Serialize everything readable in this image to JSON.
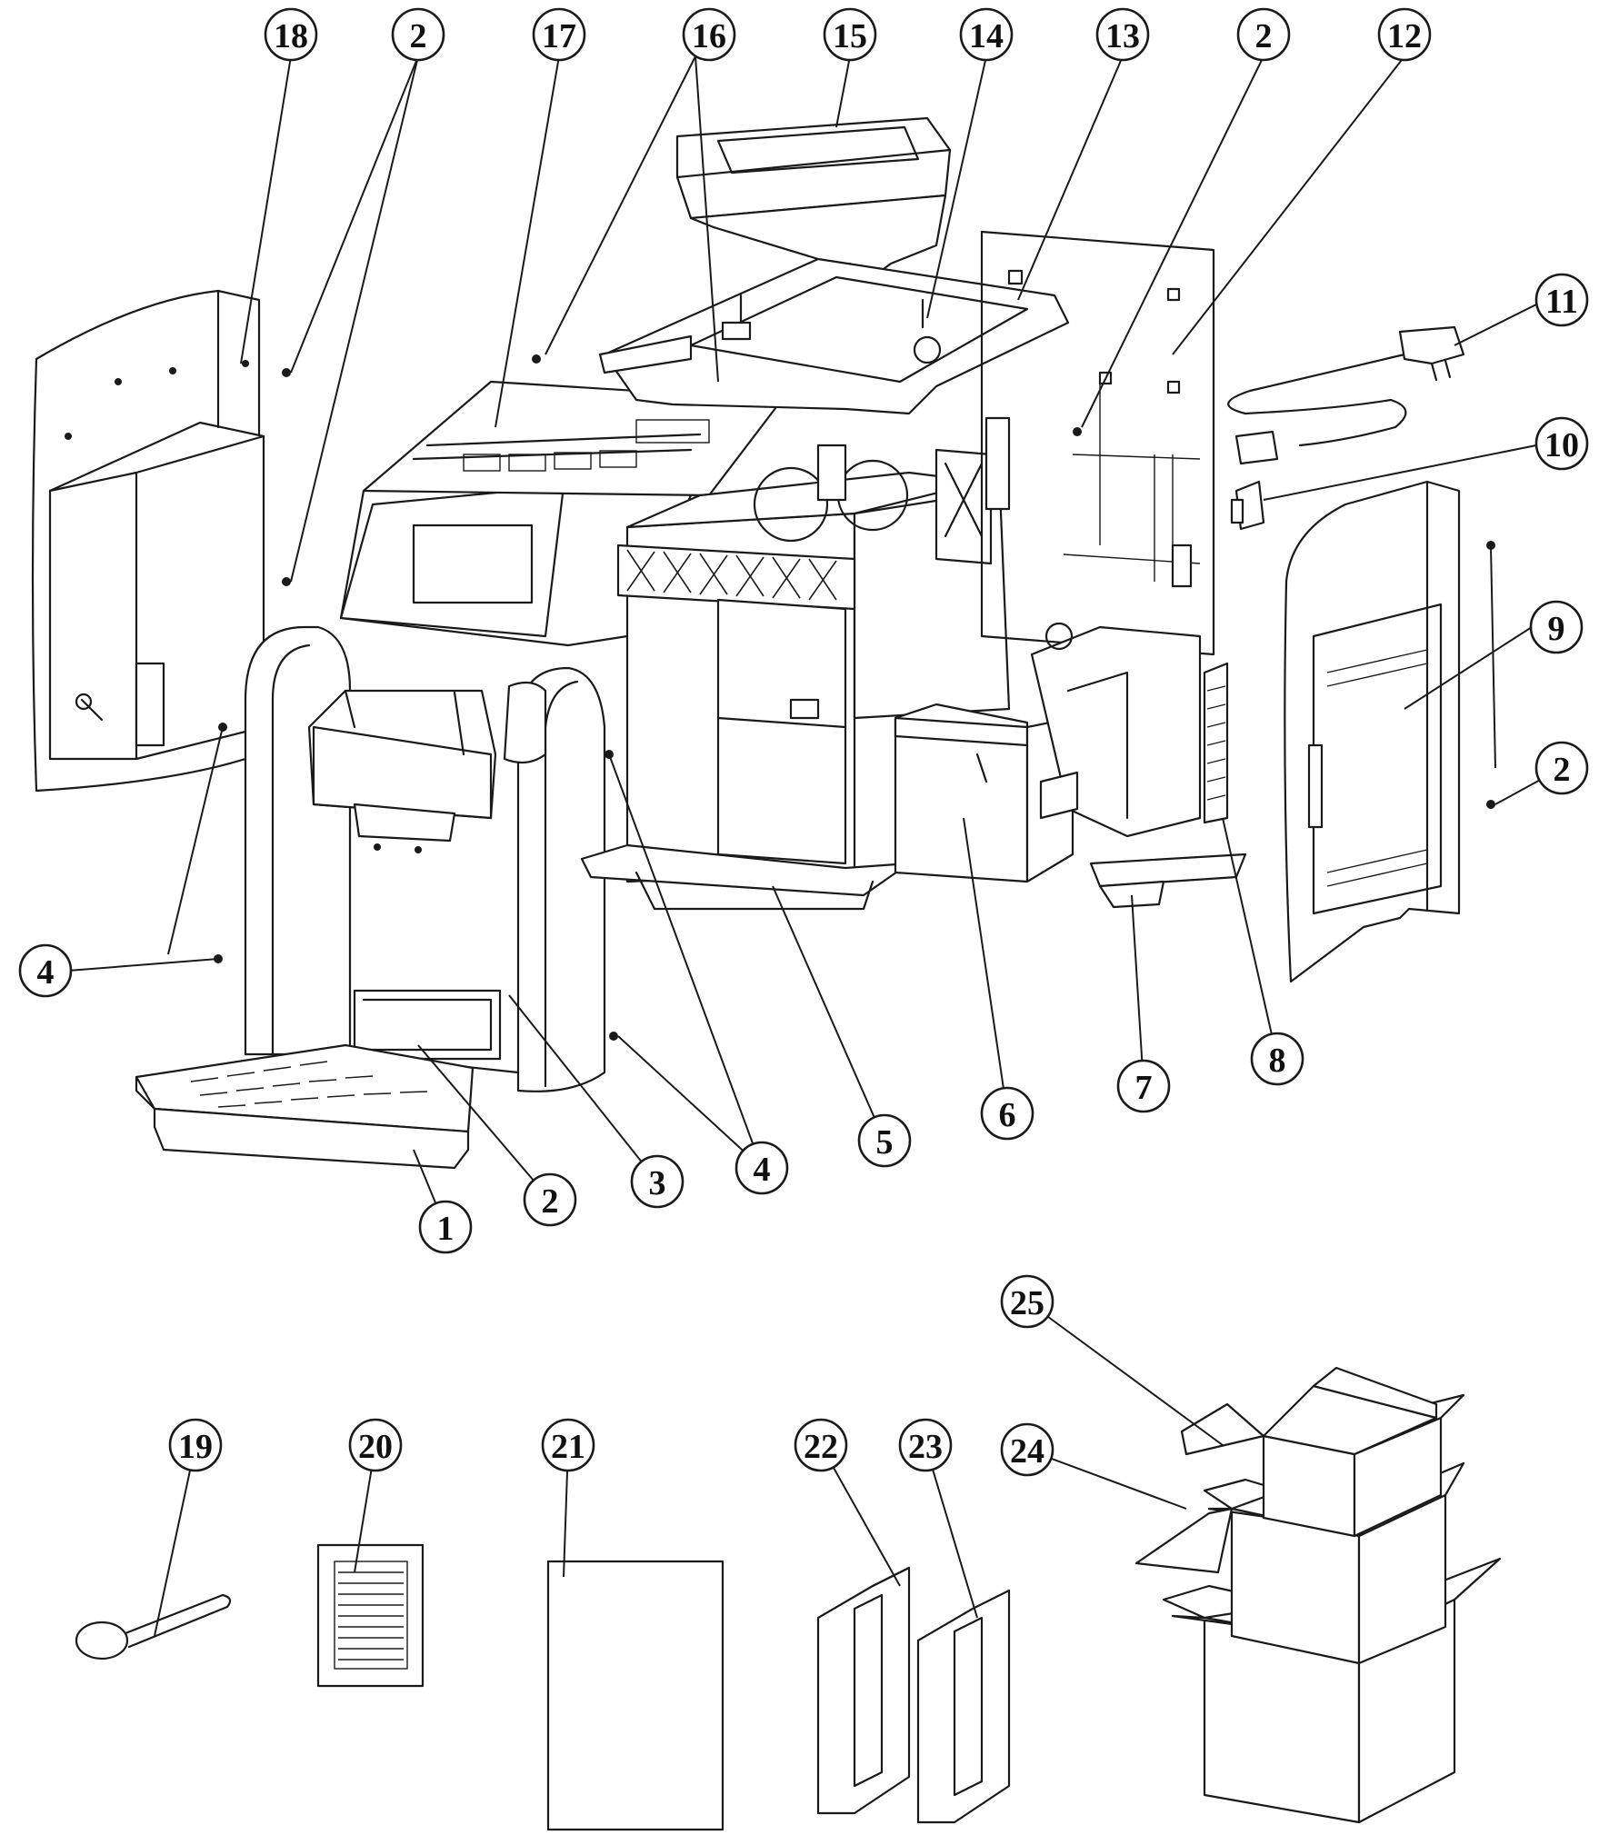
{
  "diagram": {
    "callouts": [
      {
        "id": "c18a",
        "label": "18"
      },
      {
        "id": "c2a",
        "label": "2"
      },
      {
        "id": "c17",
        "label": "17"
      },
      {
        "id": "c16",
        "label": "16"
      },
      {
        "id": "c15",
        "label": "15"
      },
      {
        "id": "c14",
        "label": "14"
      },
      {
        "id": "c13",
        "label": "13"
      },
      {
        "id": "c2b",
        "label": "2"
      },
      {
        "id": "c12",
        "label": "12"
      },
      {
        "id": "c11",
        "label": "11"
      },
      {
        "id": "c10",
        "label": "10"
      },
      {
        "id": "c9",
        "label": "9"
      },
      {
        "id": "c2c",
        "label": "2"
      },
      {
        "id": "c4a",
        "label": "4"
      },
      {
        "id": "c8",
        "label": "8"
      },
      {
        "id": "c7",
        "label": "7"
      },
      {
        "id": "c6",
        "label": "6"
      },
      {
        "id": "c5",
        "label": "5"
      },
      {
        "id": "c4b",
        "label": "4"
      },
      {
        "id": "c3",
        "label": "3"
      },
      {
        "id": "c2d",
        "label": "2"
      },
      {
        "id": "c1",
        "label": "1"
      },
      {
        "id": "c25",
        "label": "25"
      },
      {
        "id": "c19",
        "label": "19"
      },
      {
        "id": "c20",
        "label": "20"
      },
      {
        "id": "c21",
        "label": "21"
      },
      {
        "id": "c22",
        "label": "22"
      },
      {
        "id": "c23",
        "label": "23"
      },
      {
        "id": "c24",
        "label": "24"
      }
    ],
    "colors": {
      "line": "#1a1a1a",
      "background": "#ffffff"
    }
  }
}
